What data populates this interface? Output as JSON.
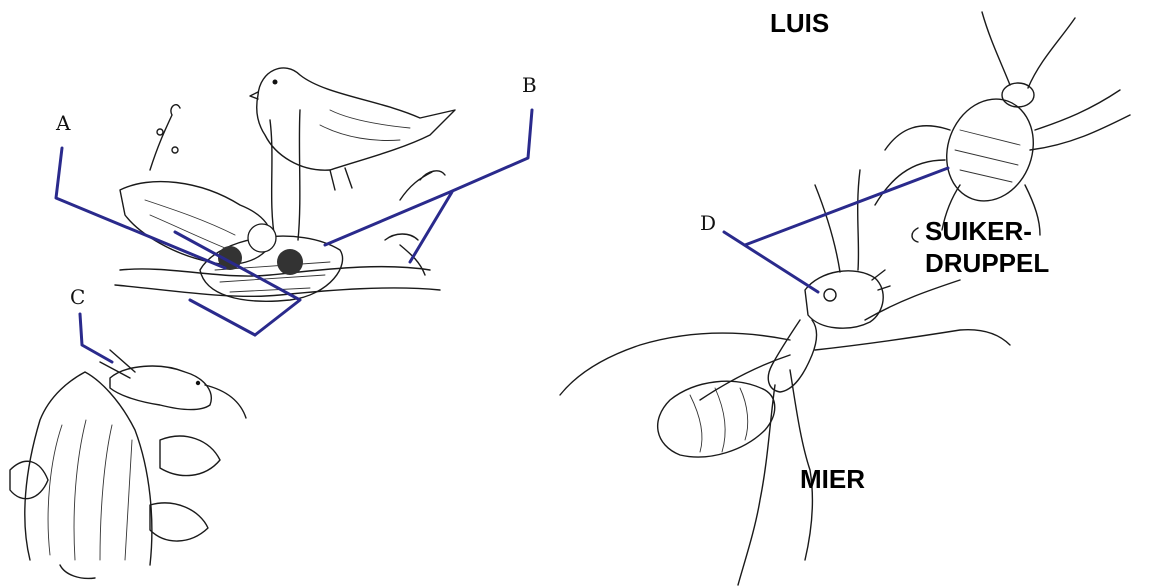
{
  "labels": {
    "a": "A",
    "b": "B",
    "c": "C",
    "d": "D",
    "luis": "LUIS",
    "suiker_line1": "SUIKER-",
    "suiker_line2": "DRUPPEL",
    "mier": "MIER"
  },
  "colors": {
    "pointer_line": "#2a2a8c",
    "ink": "#1a1a1a",
    "background": "#ffffff"
  }
}
